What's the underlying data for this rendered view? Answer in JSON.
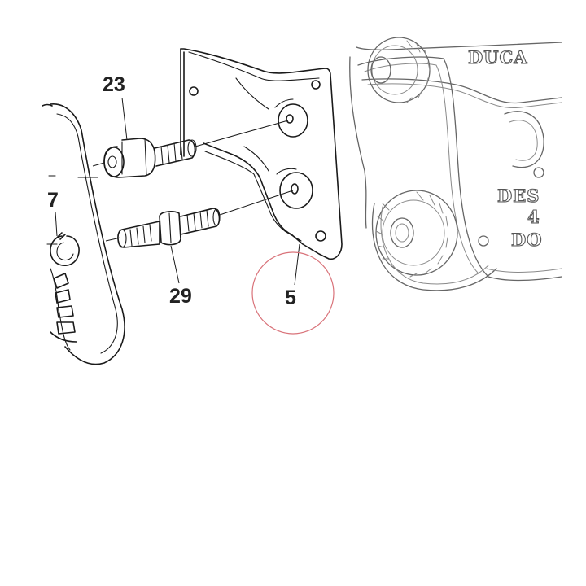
{
  "callouts": [
    {
      "id": "23",
      "label": "23"
    },
    {
      "id": "7",
      "label": "7"
    },
    {
      "id": "29",
      "label": "29"
    },
    {
      "id": "5",
      "label": "5",
      "highlighted": true
    }
  ],
  "engraved_text": {
    "line1": "DUCA",
    "line2": "DES",
    "line3": "4",
    "line4": "DO"
  },
  "colors": {
    "highlight_circle": "#d9737a",
    "line_art": "#1a1a1a",
    "background_line_art": "#666666"
  }
}
